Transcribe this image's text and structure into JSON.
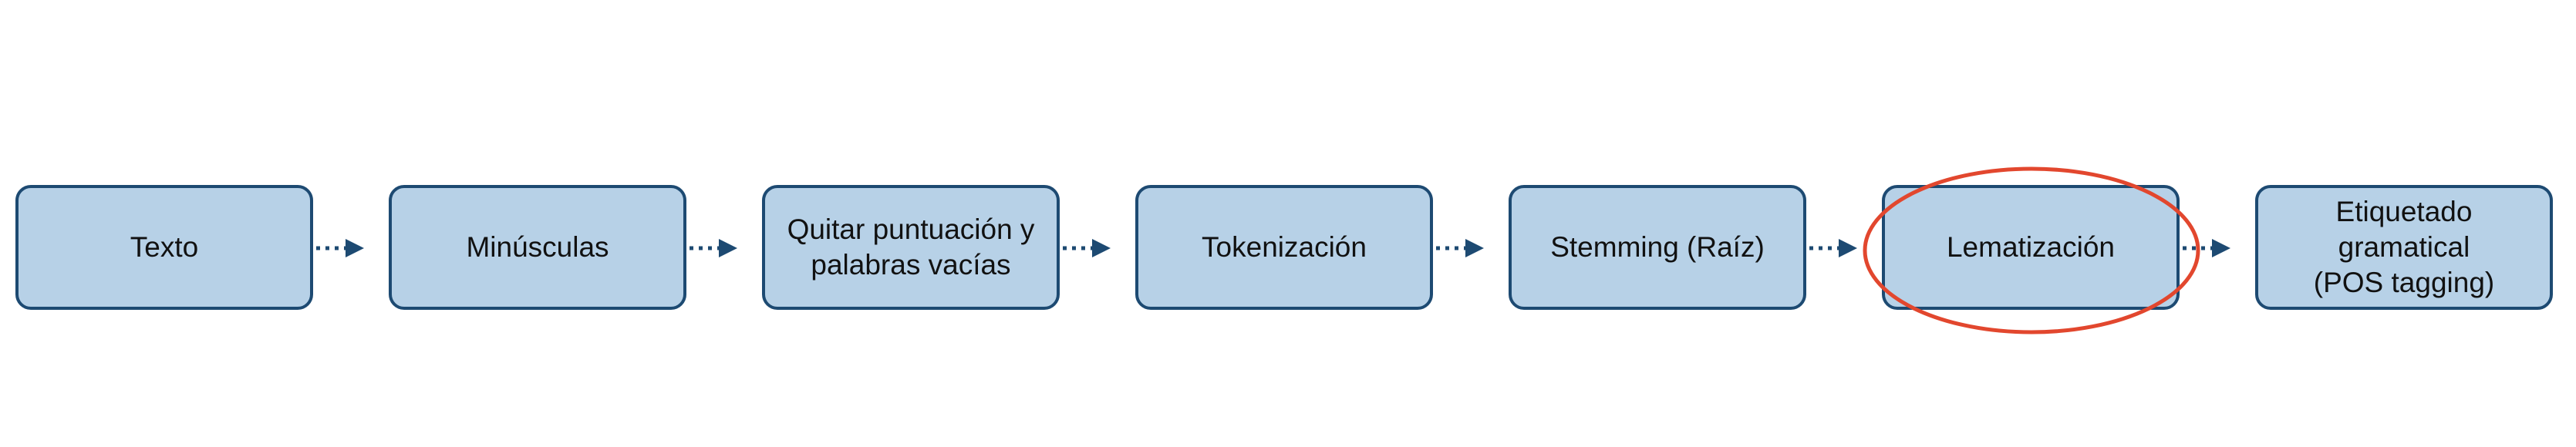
{
  "diagram": {
    "steps": [
      {
        "label": "Texto"
      },
      {
        "label": "Minúsculas"
      },
      {
        "label": "Quitar puntuación y\npalabras vacías"
      },
      {
        "label": "Tokenización"
      },
      {
        "label": "Stemming (Raíz)"
      },
      {
        "label": "Lematización"
      },
      {
        "label": "Etiquetado\ngramatical\n(POS tagging)"
      }
    ],
    "highlighted_step": "Lematización",
    "colors": {
      "box_fill": "#b7d1e7",
      "box_border": "#1d4a72",
      "arrow": "#1d4a72",
      "highlight_ring": "#e2472e"
    }
  }
}
